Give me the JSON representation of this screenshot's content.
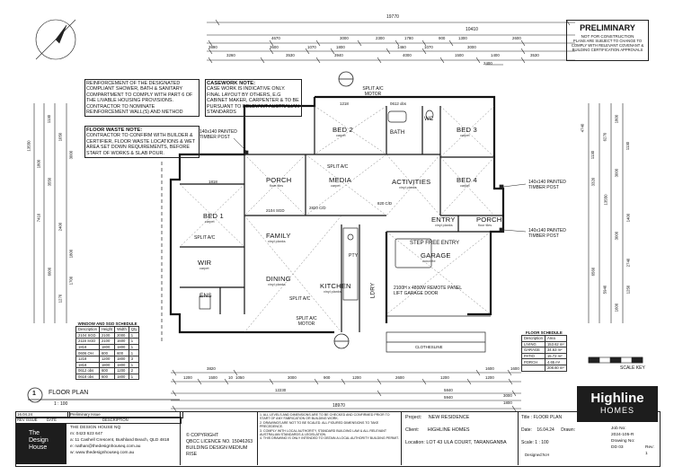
{
  "dims_top": {
    "overall": "19770",
    "right_overall": "10410",
    "row1": [
      "4670",
      "3000",
      "2300",
      "1780",
      "900",
      "1300",
      "2600"
    ],
    "row2": [
      "3890",
      "3600",
      "1070",
      "1800",
      "1460",
      "1070",
      "3000"
    ],
    "row3": [
      "3260",
      "3530",
      "3940",
      "4000",
      "1500",
      "1400",
      "3530"
    ],
    "row4": [
      "2400"
    ]
  },
  "dims_bottom": {
    "row1": [
      "3820",
      "1600",
      "1600"
    ],
    "row2": [
      "1200",
      "1500",
      "10",
      "1050",
      "3000",
      "900",
      "1200",
      "2600",
      "1200",
      "1200"
    ],
    "row3": [
      "12230",
      "5840"
    ],
    "row4": [
      "5940"
    ],
    "overall": "18970",
    "extra": [
      "3000",
      "1800"
    ]
  },
  "dims_left": [
    "1800",
    "1130",
    "1050",
    "1130",
    "3000",
    "3550",
    "2400",
    "1800",
    "1700",
    "1270",
    "7410",
    "13550",
    "6600",
    "3700",
    "1500",
    "920"
  ],
  "dims_right": [
    "4740",
    "1130",
    "1800",
    "6270",
    "3000",
    "1130",
    "1250",
    "3320",
    "3000",
    "1400",
    "2740",
    "13550",
    "6560",
    "5940",
    "1600"
  ],
  "preliminary": {
    "title": "PRELIMINARY",
    "line1": "NOT FOR CONSTRUCTION",
    "line2": "PLANS ARE SUBJECT TO CHANGE TO",
    "line3": "COMPLY WITH RELEVANT COVENANT &",
    "line4": "BUILDING CERTIFICATION APPROVALS"
  },
  "notes": {
    "reinforcement": "REINFORCEMENT OF THE DESIGNATED COMPLIANT SHOWER, BATH & SANITARY COMPARTMENT TO COMPLY WITH PART 6 OF THE LIVABLE HOUSING PROVISIONS. CONTRACTOR TO NOMINATE REINFORCEMENT WALL(S) AND METHOD",
    "casework_title": "CASEWORK NOTE:",
    "casework": "CASE WORK IS INDICATIVE ONLY. FINAL LAYOUT BY OTHERS, E.G CABINET MAKER, CARPENTER & TO BE PURSUANT TO RELEVANT AUSTRALIAN STANDARDS",
    "floorwaste_title": "FLOOR WASTE NOTE:",
    "floorwaste": "CONTRACTOR TO CONFIRM WITH BUILDER & CERTIFIER, FLOOR WASTE LOCATIONS & WET AREA SET DOWN REQUIREMENTS, BEFORE START OF WORKS & SLAB POUR."
  },
  "rooms": {
    "bed2": "BED 2",
    "bath": "BATH",
    "wc": "WC",
    "bed3": "BED 3",
    "porch1": "PORCH",
    "media": "MEDIA",
    "activities": "ACTIVITIES",
    "bed4": "BED 4",
    "bed1": "BED 1",
    "family": "FAMILY",
    "entry": "ENTRY",
    "porch2": "PORCH",
    "garage": "GARAGE",
    "wir": "WIR",
    "ens": "ENS",
    "dining": "DINING",
    "kitchen": "KITCHEN",
    "ldry": "LDRY",
    "pty": "PTY"
  },
  "floor_labels": {
    "carpet": "carpet",
    "vinyl": "vinyl planks",
    "tiles": "floor tiles",
    "conc": "concrete"
  },
  "plan_notes": {
    "split_ac": "SPLIT A/C",
    "split_ac_motor": "SPLIT A/C MOTOR",
    "timber_post_a": "140x140 PAINTED TIMBER POST",
    "timber_post_b": "140x140 PAINTED TIMBER POST",
    "timber_post_c": "140x140 PAINTED TIMBER POST",
    "step_free": "STEP FREE ENTRY",
    "garage_door": "2100H x 4800W REMOTE PANEL LIFT GARAGE DOOR",
    "clothesline": "CLOTHESLINE",
    "d1": "1218",
    "d2": "2820 C/D",
    "d3": "820 C/D",
    "d4": "2104 SGD",
    "d5": "1818",
    "d6": "0612 obs"
  },
  "window_schedule": {
    "title": "WINDOW AND SGD SCHEDULE",
    "headers": [
      "Description",
      "Height",
      "Width",
      "Qty"
    ],
    "rows": [
      [
        "2104 SGD",
        "2100",
        "2000",
        "1"
      ],
      [
        "2116 SGD",
        "2100",
        "1600",
        "1"
      ],
      [
        "1818",
        "1800",
        "1800",
        "1"
      ],
      [
        "0606 OH",
        "600",
        "600",
        "1"
      ],
      [
        "1218",
        "1200",
        "1800",
        "3"
      ],
      [
        "1818",
        "1800",
        "1800",
        "1"
      ],
      [
        "0612 obs",
        "600",
        "1200",
        "2"
      ],
      [
        "0618 obs",
        "600",
        "1800",
        "1"
      ]
    ]
  },
  "floor_schedule": {
    "title": "FLOOR SCHEDULE",
    "headers": [
      "Description",
      "Area"
    ],
    "rows": [
      [
        "LIVING",
        "153.62 m²"
      ],
      [
        "GARAGE",
        "34.63 m²"
      ],
      [
        "PATIO",
        "15.72 m²"
      ],
      [
        "PORCH",
        "4.65 m²"
      ],
      [
        "",
        "208.60 m²"
      ]
    ]
  },
  "scale_key": "SCALE KEY",
  "drawing_title": {
    "num": "1",
    "title": "FLOOR PLAN",
    "scale": "1 : 100"
  },
  "rev_table": {
    "headers": [
      "REV",
      "ISSUE",
      "DATE",
      "DESCRIPTION"
    ],
    "row": [
      "",
      "",
      "16.04.24",
      "Preliminary Issue"
    ]
  },
  "designer": {
    "logo_line1": "The",
    "logo_line2": "Design",
    "logo_line3": "House",
    "name": "THE DESIGN HOUSE NQ",
    "phone": "m: 0423 623 647",
    "address": "a: 11 Cashell Crescent, Bushland Beach, QLD 4818",
    "email": "e: nathan@thedesignhouseq.com.au",
    "web": "w: www.thedesignhouseq.com.au"
  },
  "copyright": {
    "title": "COPYRIGHT",
    "qbcc": "QBCC LICENCE NO. 15046263",
    "licence": "BUILDING DESIGN MEDIUM RISE"
  },
  "general_notes": [
    "1. ALL LEVELS AND DIMENSIONS ARE TO BE CHECKED AND CONFIRMED PRIOR TO START OF ANY FABRICATION OR BUILDING WORK.",
    "2. DRAWINGS ARE NOT TO BE SCALED. ALL FIGURED DIMENSIONS TO TAKE PRECEDENCE.",
    "3. COMPLY WITH LOCAL AUTHORITY, STANDARD BUILDING LAW & ALL RELEVANT AUSTRALIAN STANDARDS & LEGISLATION.",
    "4. THIS DRAWING IS ONLY INTENDED TO OBTAIN A LOCAL AUTHORITY BUILDING PERMIT."
  ],
  "project": {
    "project_label": "Project:",
    "project": "NEW RESIDENCE",
    "client_label": "Client:",
    "client": "HIGHLINE HOMES",
    "location_label": "Location:",
    "location": "LOT 43 ULA COURT, TARANGANBA"
  },
  "sheet": {
    "title_label": "Title :",
    "title": "FLOOR PLAN",
    "date_label": "Date:",
    "date": "16.04.24",
    "drawn_label": "Drawn:",
    "drawn": "",
    "scale_label": "Scale:",
    "scale": "1 : 100",
    "designed_label": "Designed:",
    "designed": "N.H"
  },
  "brand": {
    "line1": "Highline",
    "line2": "HOMES"
  },
  "job": {
    "job_label": "Job No:",
    "job": "2024-105-R",
    "drawing_label": "Drawing No:",
    "drawing": "DD  03",
    "rev_label": "Rev:",
    "rev": "1"
  },
  "colors": {
    "line": "#222222",
    "brand_bg": "#1d1d1d",
    "brand_fg": "#ffffff"
  }
}
